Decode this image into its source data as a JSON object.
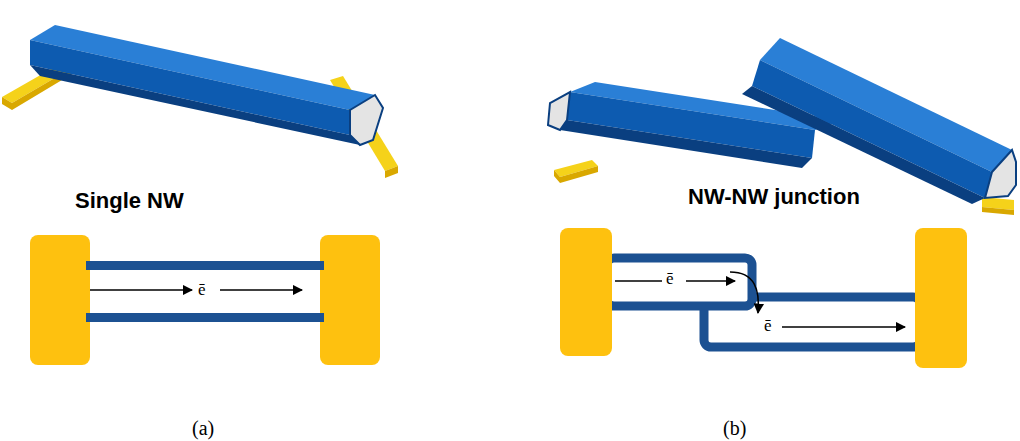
{
  "diagram": {
    "labels": [
      "Single NW",
      "ē",
      "NW-NW junction",
      "ē",
      "ē",
      "(a)",
      "(b)"
    ]
  }
}
